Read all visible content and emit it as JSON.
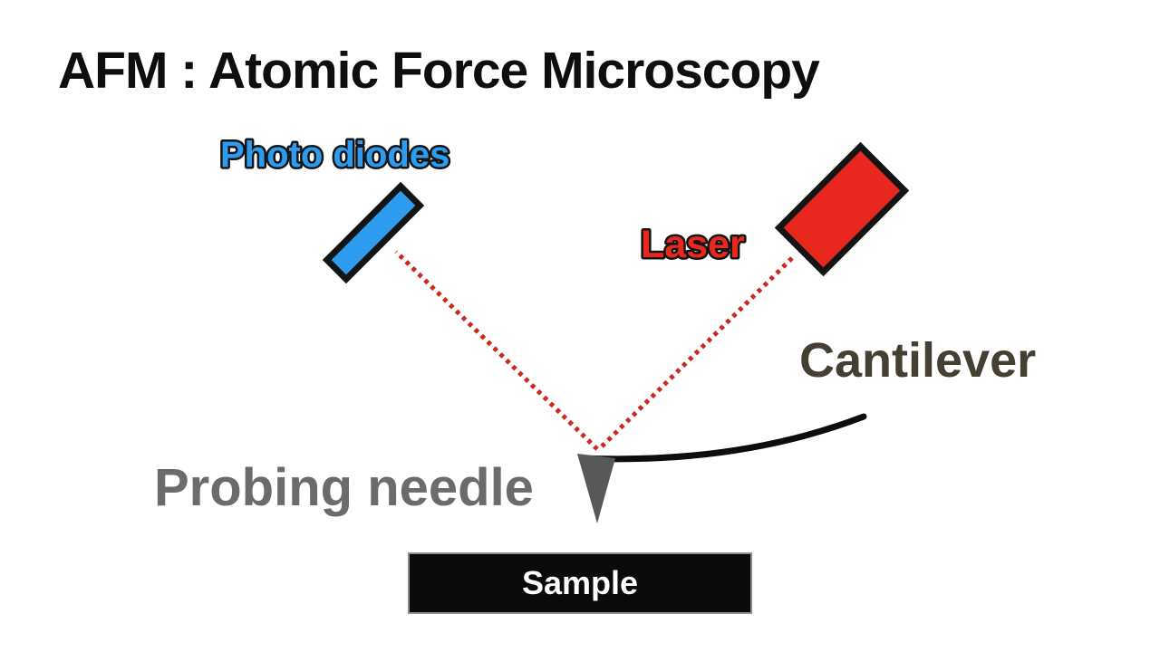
{
  "title": "AFM : Atomic Force Microscopy",
  "diagram": {
    "photo_diodes": {
      "label": "Photo diodes",
      "fill": "#2D9CEE"
    },
    "laser": {
      "label": "Laser",
      "fill": "#E8281E"
    },
    "beam": {
      "color": "#CC281E"
    },
    "cantilever": {
      "label": "Cantilever",
      "text_color": "#453F33",
      "line_color": "#0D0D0D"
    },
    "probing_needle": {
      "label": "Probing needle",
      "text_color": "#6B6B6B",
      "needle_color": "#58585A"
    },
    "sample": {
      "label": "Sample",
      "bg": "#0A0A0A",
      "text_color": "#FFFFFF"
    },
    "outline_color": "#141414"
  }
}
